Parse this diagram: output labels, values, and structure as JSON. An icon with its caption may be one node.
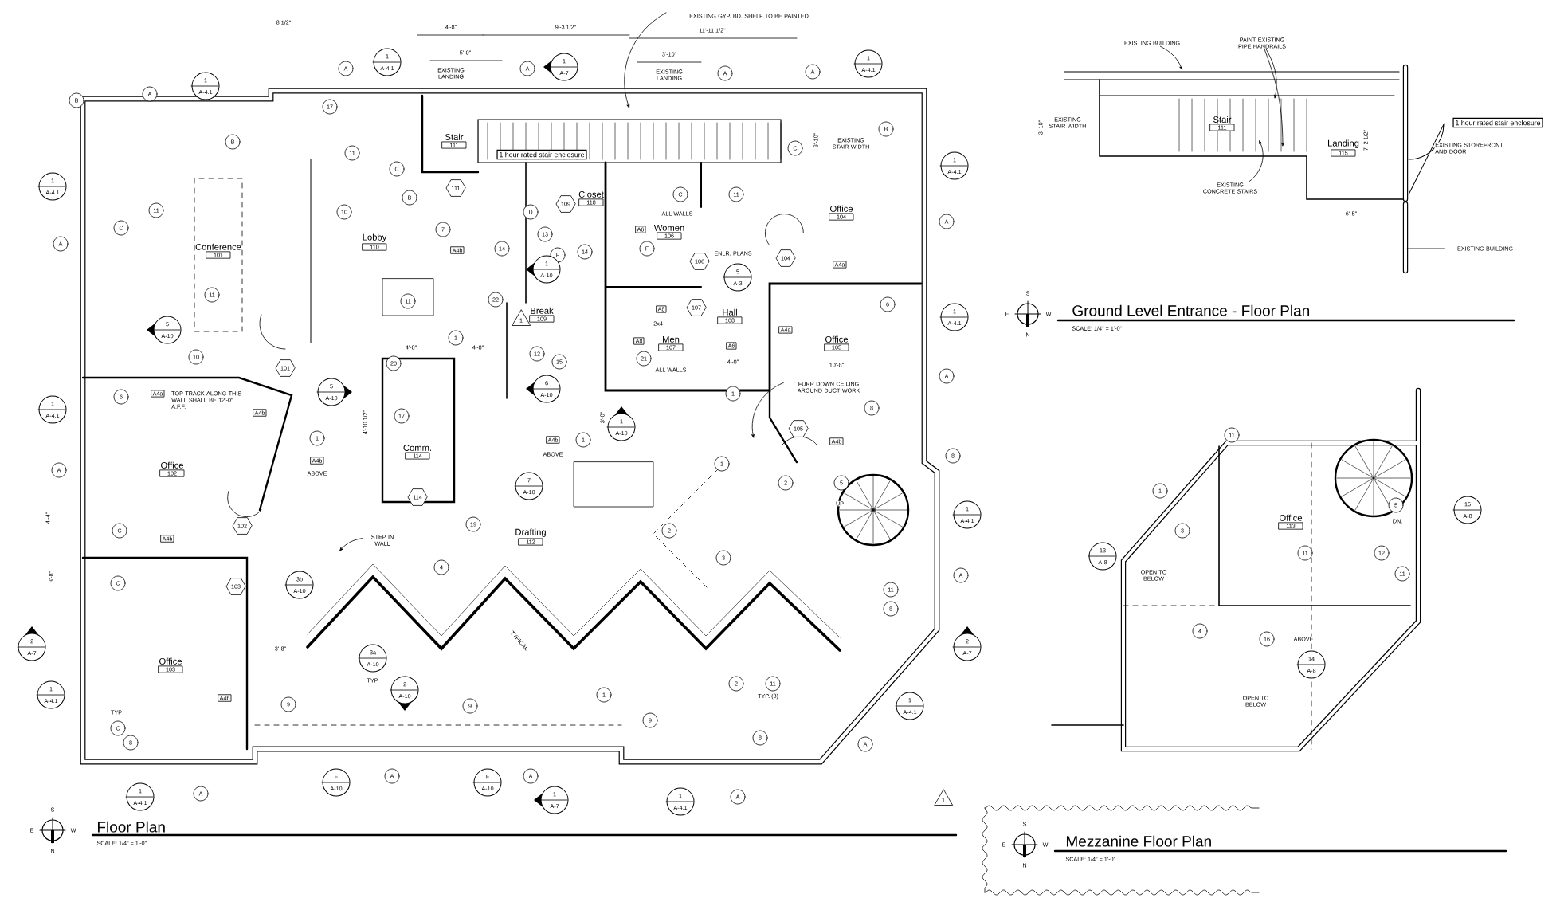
{
  "diagram": {
    "nodes": [
      {
        "text": [
          "Conference",
          "101"
        ]
      },
      {
        "text": [
          "Lobby",
          "110"
        ]
      },
      {
        "text": [
          "Stair",
          "111"
        ]
      },
      {
        "text": [
          "Closet",
          "118"
        ]
      },
      {
        "text": [
          "Women",
          "106"
        ]
      },
      {
        "text": [
          "Men",
          "107"
        ]
      },
      {
        "text": [
          "Break",
          "109"
        ]
      },
      {
        "text": [
          "Hall",
          "108"
        ]
      },
      {
        "text": [
          "Office",
          "104"
        ]
      },
      {
        "text": [
          "Office",
          "105"
        ]
      },
      {
        "text": [
          "Office",
          "102"
        ]
      },
      {
        "text": [
          "Comm.",
          "114"
        ]
      },
      {
        "text": [
          "Drafting",
          "112"
        ]
      },
      {
        "text": [
          "Office",
          "103"
        ]
      },
      {
        "text": [
          "Stair",
          "111"
        ]
      },
      {
        "text": [
          "Landing",
          "115"
        ]
      },
      {
        "text": [
          "Office",
          "113"
        ]
      },
      {
        "text": [
          "1 hour rated stair enclosure"
        ]
      },
      {
        "text": [
          "1 hour rated stair enclosure"
        ]
      },
      {
        "text": [
          "EXISTING GYP. BD. SHELF TO BE PAINTED"
        ]
      },
      {
        "text": [
          "EXISTING BUILDING"
        ]
      },
      {
        "text": [
          "PAINT EXISTING PIPE HANDRAILS"
        ]
      },
      {
        "text": [
          "EXISTING CONCRETE STAIRS"
        ]
      },
      {
        "text": [
          "EXISTING BUILDING"
        ]
      },
      {
        "text": [
          "FURR DOWN CEILING AROUND DUCT WORK"
        ]
      },
      {
        "text": [
          "STEP IN WALL"
        ]
      }
    ],
    "edges": [
      {
        "from": 19,
        "to": null,
        "arrow": "to"
      },
      {
        "from": 20,
        "to": null,
        "arrow": "to"
      },
      {
        "from": 21,
        "to": null,
        "arrow": "to"
      },
      {
        "from": 21,
        "to": null,
        "arrow": "to"
      },
      {
        "from": 22,
        "to": null,
        "arrow": "to"
      },
      {
        "from": 23,
        "to": null,
        "arrow": "none"
      },
      {
        "from": 24,
        "to": null,
        "arrow": "to"
      },
      {
        "from": 25,
        "to": null,
        "arrow": "to"
      }
    ],
    "labels": [
      "8 1/2\"",
      "4'-8\"",
      "5'-0\"",
      "9'-3 1/2\"",
      "11'-11 1/2\"",
      "3'-10\"",
      "EXISTING LANDING",
      "EXISTING LANDING",
      "EXISTING STAIR WIDTH",
      "3'-10\"",
      "ALL WALLS",
      "ALL WALLS",
      "ENLR. PLANS",
      "2x4",
      "4'-0\"",
      "10'-8\"",
      "TOP TRACK ALONG THIS WALL SHALL BE 12'-0\" A.F.F.",
      "ABOVE",
      "ABOVE",
      "4'-8\"",
      "4'-8\"",
      "4'-10 1/2\"",
      "3'-0\"",
      "4'-4\"",
      "3'-8\"",
      "3'-8\"",
      "TYP.",
      "TYP",
      "TYPICAL",
      "TYP. (3)",
      "UP",
      "DN.",
      "EXISTING STAIR WIDTH",
      "3'-10\"",
      "7'-2 1/2\"",
      "6'-5\"",
      "EXISTING STOREFRONT AND DOOR",
      "OPEN TO BELOW",
      "OPEN TO BELOW",
      "ABOVE",
      "Floor Plan",
      "SCALE: 1/4\" = 1'-0\"",
      "Ground Level Entrance - Floor Plan",
      "SCALE: 1/4\" = 1'-0\"",
      "Mezzanine Floor Plan",
      "SCALE: 1/4\" = 1'-0\"",
      "S",
      "E",
      "W",
      "N",
      "S",
      "E",
      "W",
      "N",
      "S",
      "E",
      "W",
      "N",
      "A4b",
      "A4a",
      "A4b",
      "A6",
      "A8",
      "A8",
      "A6",
      "A4a",
      "A4a",
      "A4b",
      "A4b",
      "A4b",
      "A4b",
      "A4b",
      "101",
      "111",
      "109",
      "106",
      "107",
      "104",
      "105",
      "102",
      "103",
      "114",
      "B",
      "A",
      "A",
      "A",
      "C",
      "11",
      "B",
      "17",
      "11",
      "C",
      "B",
      "7",
      "10",
      "11",
      "11",
      "10",
      "6",
      "1",
      "1",
      "22",
      "14",
      "20",
      "17",
      "A",
      "A",
      "A",
      "C",
      "B",
      "A",
      "6",
      "A",
      "8",
      "1",
      "13",
      "F",
      "14",
      "15",
      "12",
      "D",
      "11",
      "F",
      "21",
      "1",
      "C",
      "A",
      "C",
      "C",
      "8",
      "C",
      "A",
      "9",
      "9",
      "A",
      "19",
      "4",
      "1",
      "2",
      "5",
      "8",
      "2",
      "3",
      "11",
      "8",
      "2",
      "11",
      "1",
      "9",
      "8",
      "A",
      "A",
      "A",
      "A",
      "11",
      "1",
      "3",
      "5",
      "12",
      "11",
      "11",
      "4",
      "16",
      "1",
      "A-4.1",
      "1",
      "A-4.1",
      "1",
      "A-4.1",
      "1",
      "A-4.1",
      "5",
      "A-10",
      "5",
      "A-10",
      "1",
      "A-7",
      "1",
      "A-4.1",
      "1",
      "A-4.1",
      "1",
      "A-4.1",
      "1",
      "A-10",
      "6",
      "A-10",
      "5",
      "A-3",
      "1",
      "A-10",
      "2",
      "A-7",
      "1",
      "A-4.1",
      "1",
      "A-4.1",
      "3b",
      "A-10",
      "3a",
      "A-10",
      "2",
      "A-10",
      "F",
      "A-10",
      "F",
      "A-10",
      "7",
      "A-10",
      "1",
      "A-4.1",
      "2",
      "A-7",
      "1",
      "A-4.1",
      "1",
      "A-7",
      "1",
      "A-4.1",
      "15",
      "A-8",
      "13",
      "A-8",
      "14",
      "A-8",
      "1",
      "1"
    ]
  }
}
